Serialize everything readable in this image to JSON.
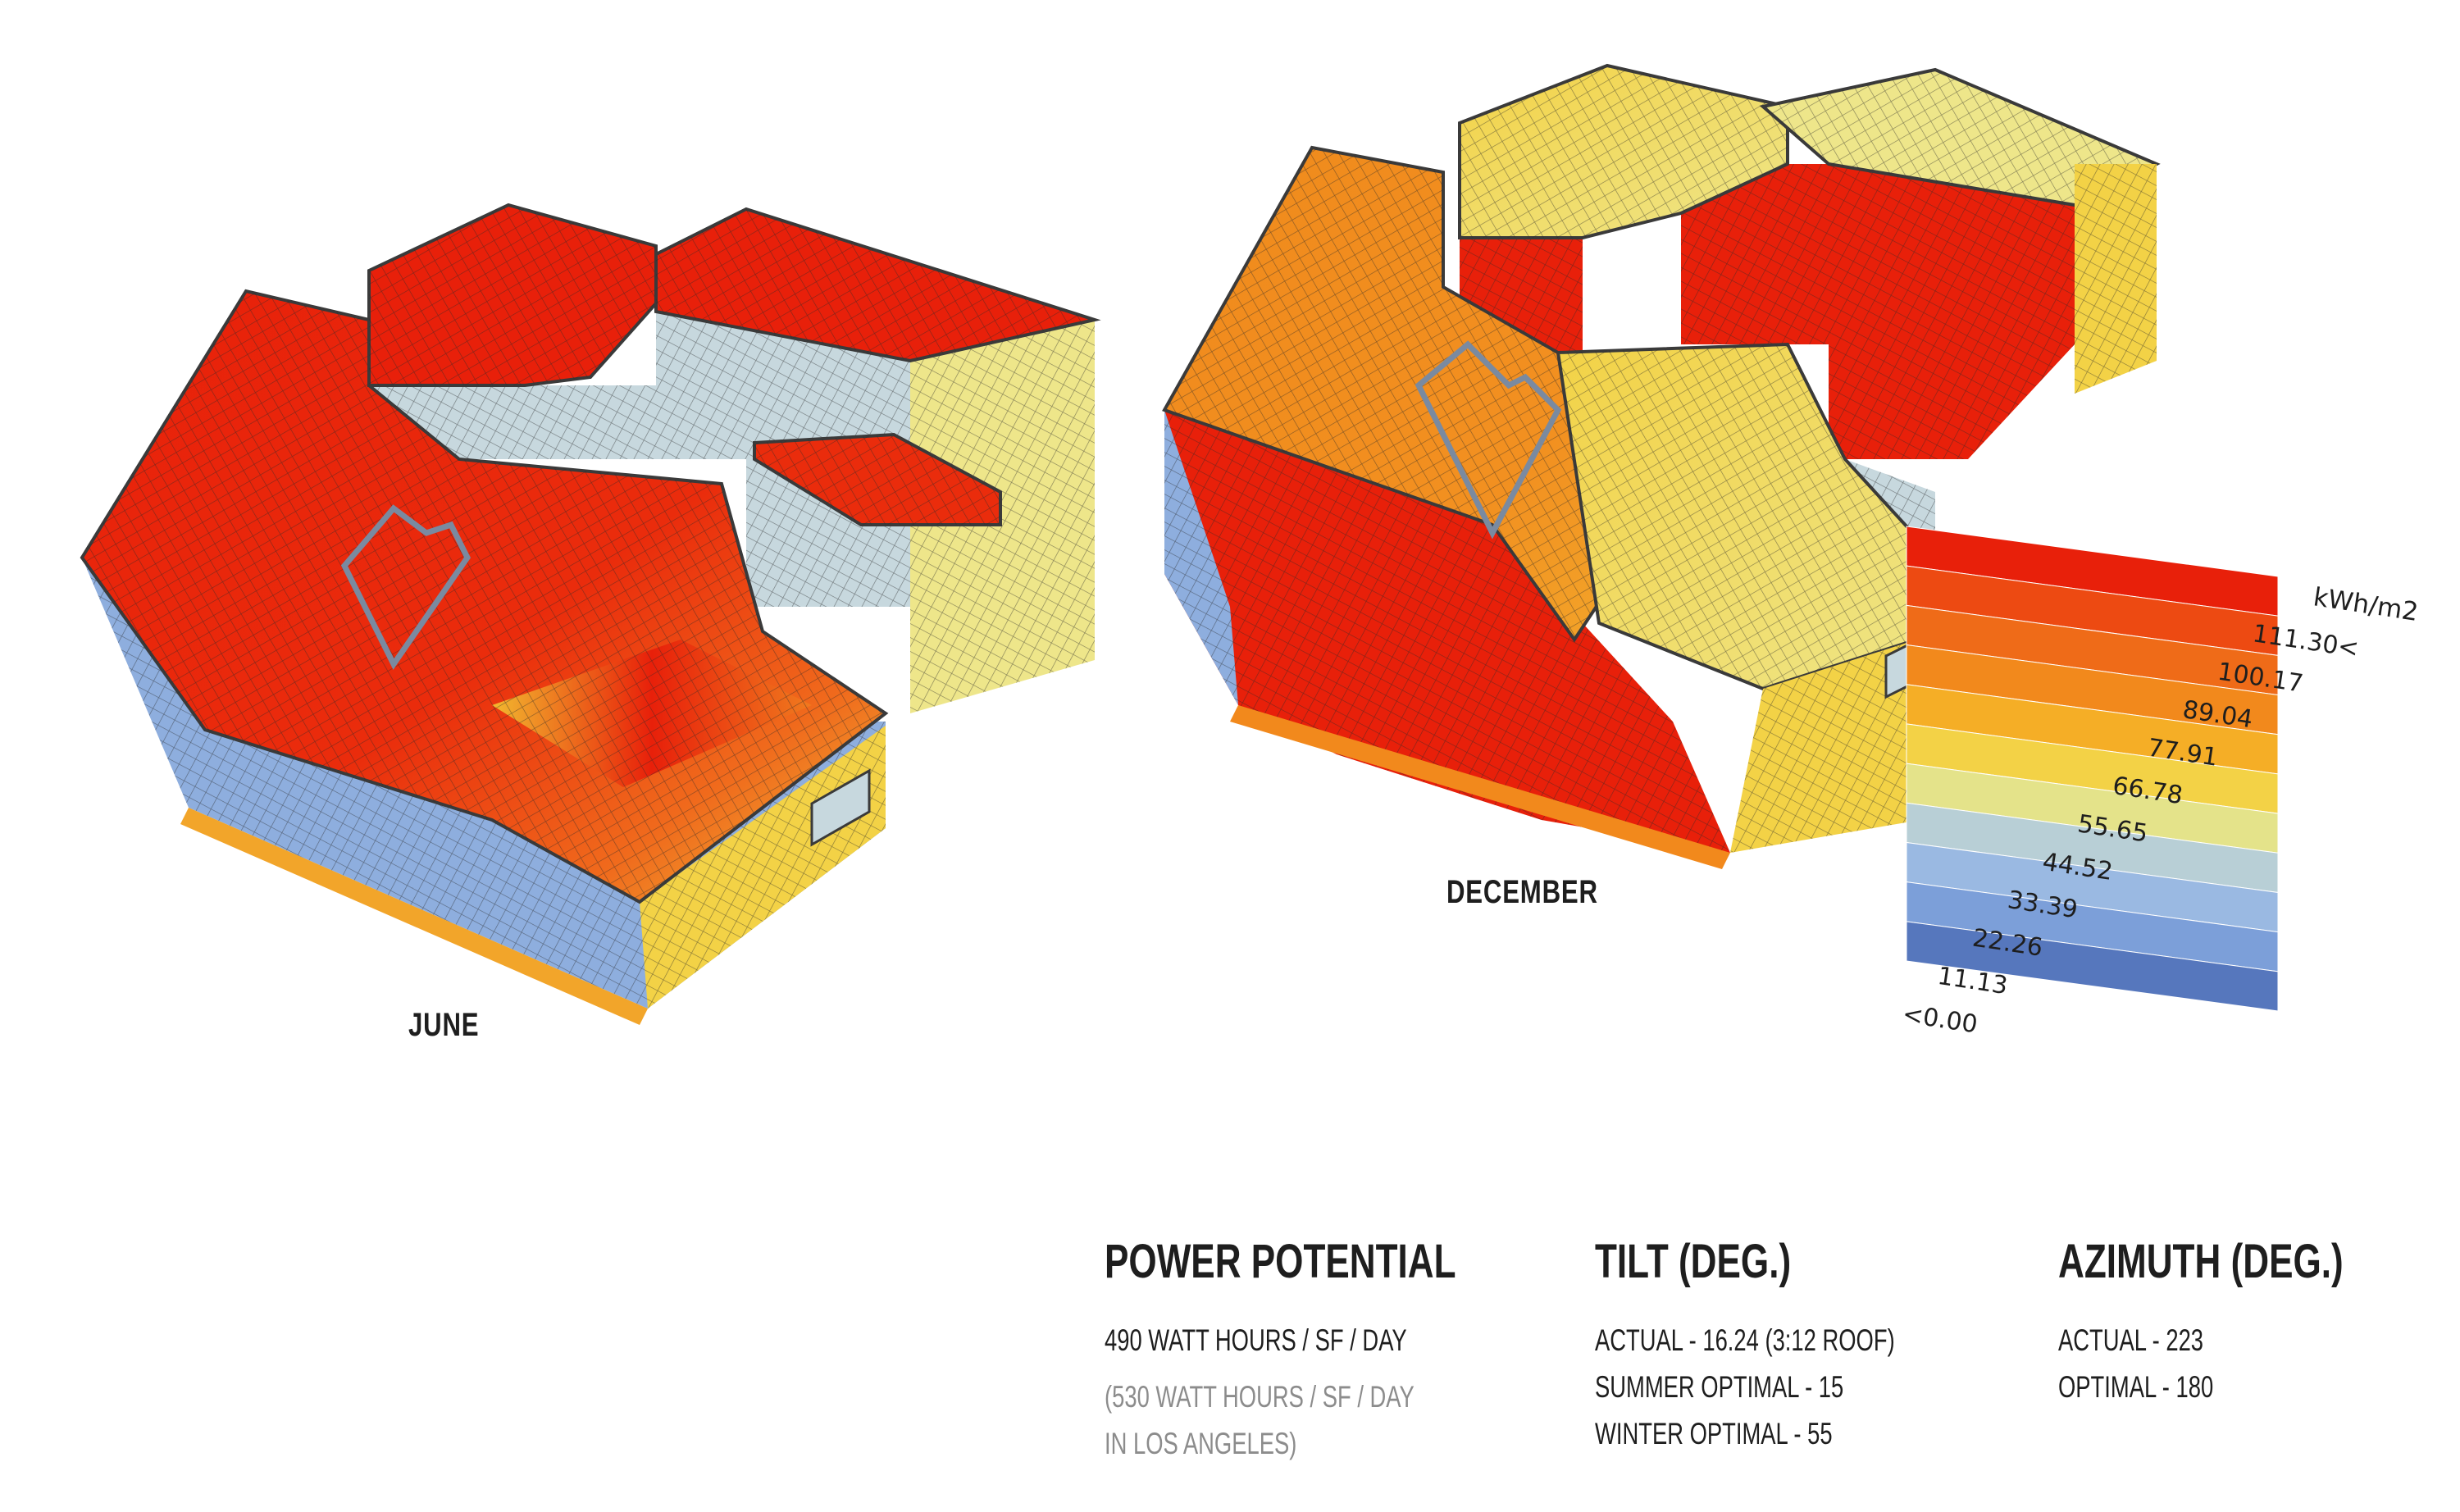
{
  "models": {
    "june_label": "JUNE",
    "december_label": "DECEMBER"
  },
  "legend": {
    "unit": "kWh/m2",
    "ticks": [
      "111.30<",
      "100.17",
      "89.04",
      "77.91",
      "66.78",
      "55.65",
      "44.52",
      "33.39",
      "22.26",
      "11.13",
      "<0.00"
    ],
    "colors": [
      "#e8200a",
      "#ed4a12",
      "#ef6b18",
      "#f2891c",
      "#f5ae26",
      "#f3d246",
      "#e4e38a",
      "#b8cfd6",
      "#9ab9e2",
      "#7c9fd9",
      "#5677bd"
    ]
  },
  "power_potential": {
    "heading": "POWER POTENTIAL",
    "line1": "490 WATT HOURS / SF / DAY",
    "note_line1": "(530 WATT HOURS / SF / DAY",
    "note_line2": "IN LOS ANGELES)"
  },
  "tilt": {
    "heading": "TILT (DEG.)",
    "line1": "ACTUAL - 16.24 (3:12 ROOF)",
    "line2": "SUMMER OPTIMAL - 15",
    "line3": "WINTER OPTIMAL - 55"
  },
  "azimuth": {
    "heading": "AZIMUTH (DEG.)",
    "line1": "ACTUAL - 223",
    "line2": "OPTIMAL - 180"
  },
  "palette": {
    "red": "#e8200a",
    "red_orange": "#ef4a14",
    "orange": "#f2891c",
    "yellow": "#f3d246",
    "pale_yellow": "#eee68a",
    "pale_blue": "#c7d8de",
    "blue": "#8eaede",
    "mesh": "#2a2a2a"
  }
}
